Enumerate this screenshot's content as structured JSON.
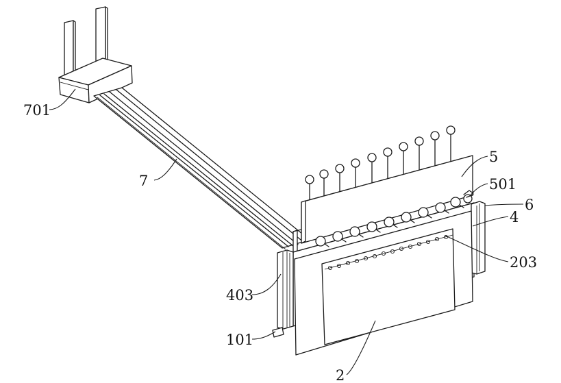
{
  "labels": {
    "part_701": "701",
    "part_7": "7",
    "part_5": "5",
    "part_501": "501",
    "part_6": "6",
    "part_4": "4",
    "part_203": "203",
    "part_403": "403",
    "part_101": "101",
    "part_2": "2"
  },
  "colors": {
    "line": "#1a1a1a",
    "background": "#ffffff"
  }
}
